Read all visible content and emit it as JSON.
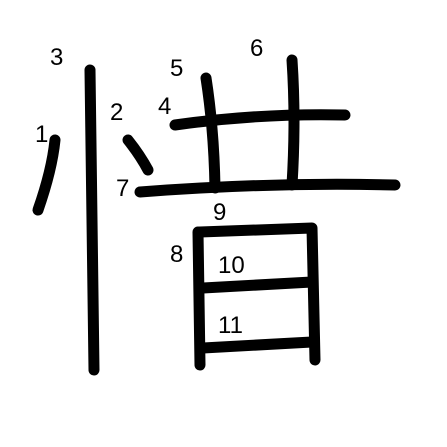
{
  "character": "惜",
  "stroke_color": "#000000",
  "background_color": "#ffffff",
  "stroke_numbers": [
    "1",
    "2",
    "3",
    "4",
    "5",
    "6",
    "7",
    "8",
    "9",
    "10",
    "11"
  ]
}
